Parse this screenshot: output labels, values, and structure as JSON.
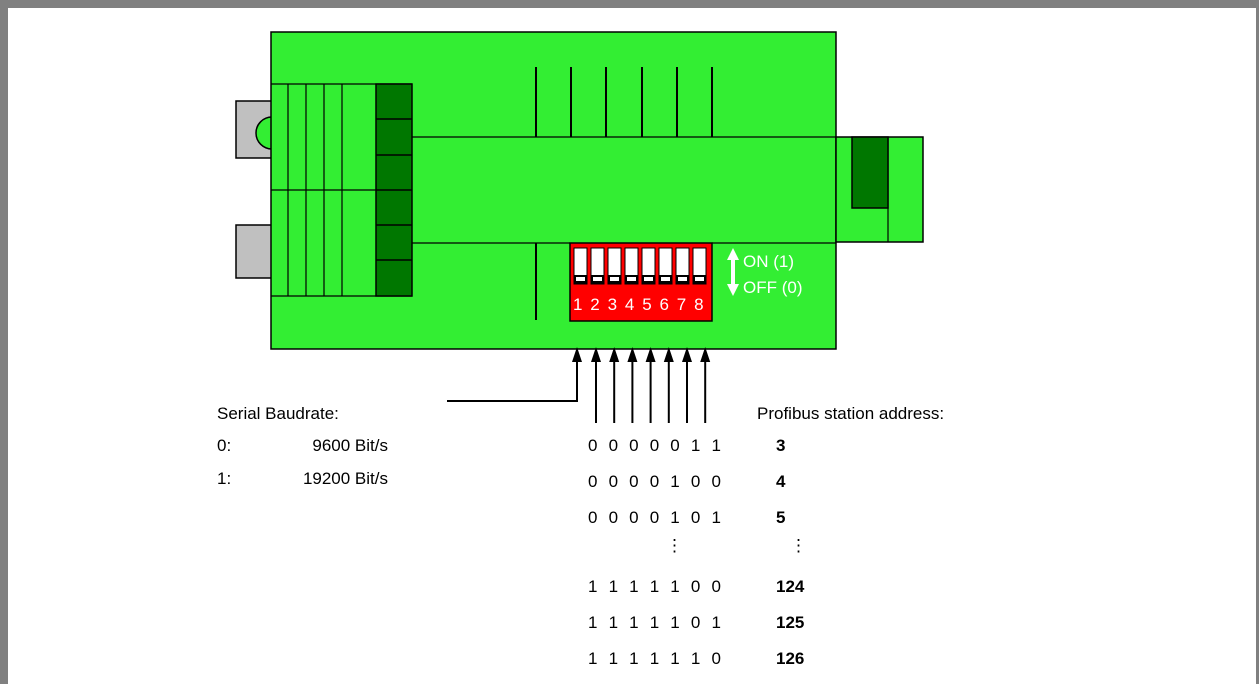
{
  "switch": {
    "numbers": [
      "1",
      "2",
      "3",
      "4",
      "5",
      "6",
      "7",
      "8"
    ],
    "on_label": "ON (1)",
    "off_label": "OFF (0)"
  },
  "baudrate": {
    "title": "Serial Baudrate:",
    "options": [
      {
        "key": "0:",
        "value": "9600 Bit/s"
      },
      {
        "key": "1:",
        "value": "19200 Bit/s"
      }
    ]
  },
  "address": {
    "title": "Profibus station address:",
    "rows": [
      {
        "bits": "0 0 0 0 0 1 1",
        "value": "3"
      },
      {
        "bits": "0 0 0 0 1 0 0",
        "value": "4"
      },
      {
        "bits": "0 0 0 0 1 0 1",
        "value": "5"
      },
      {
        "bits": "⋮",
        "value": "⋮"
      },
      {
        "bits": "1 1 1 1 1 0 0",
        "value": "124"
      },
      {
        "bits": "1 1 1 1 1 0 1",
        "value": "125"
      },
      {
        "bits": "1 1 1 1 1 1 0",
        "value": "126"
      }
    ]
  },
  "colors": {
    "device_green": "#33ee33",
    "dark_green": "#007700",
    "switch_red": "#ff0000",
    "connector_gray": "#c0c0c0",
    "frame_gray": "#808080"
  }
}
